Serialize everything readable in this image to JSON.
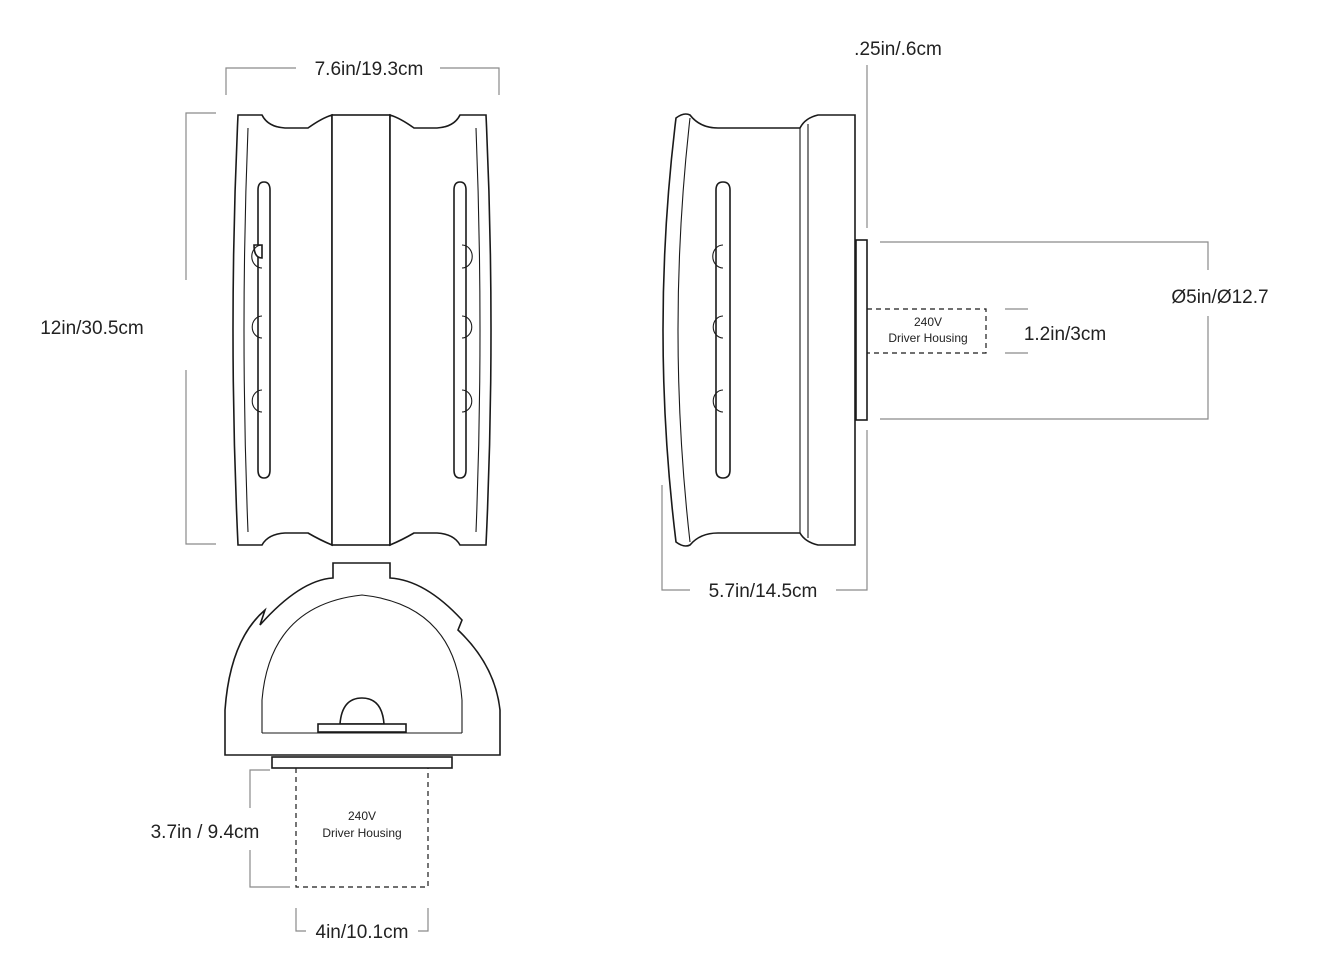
{
  "dimensions": {
    "front_width": "7.6in/19.3cm",
    "front_height": "12in/30.5cm",
    "plate_thickness": ".25in/.6cm",
    "backplate_diameter": "Ø5in/Ø12.7",
    "driver_depth_side": "1.2in/3cm",
    "side_depth": "5.7in/14.5cm",
    "driver_depth_top": "3.7in / 9.4cm",
    "driver_width": "4in/10.1cm"
  },
  "labels": {
    "driver_line1": "240V",
    "driver_line2": "Driver Housing"
  },
  "colors": {
    "line": "#1a1a1a",
    "dimension_line": "#8a8a8a",
    "background": "#ffffff"
  }
}
